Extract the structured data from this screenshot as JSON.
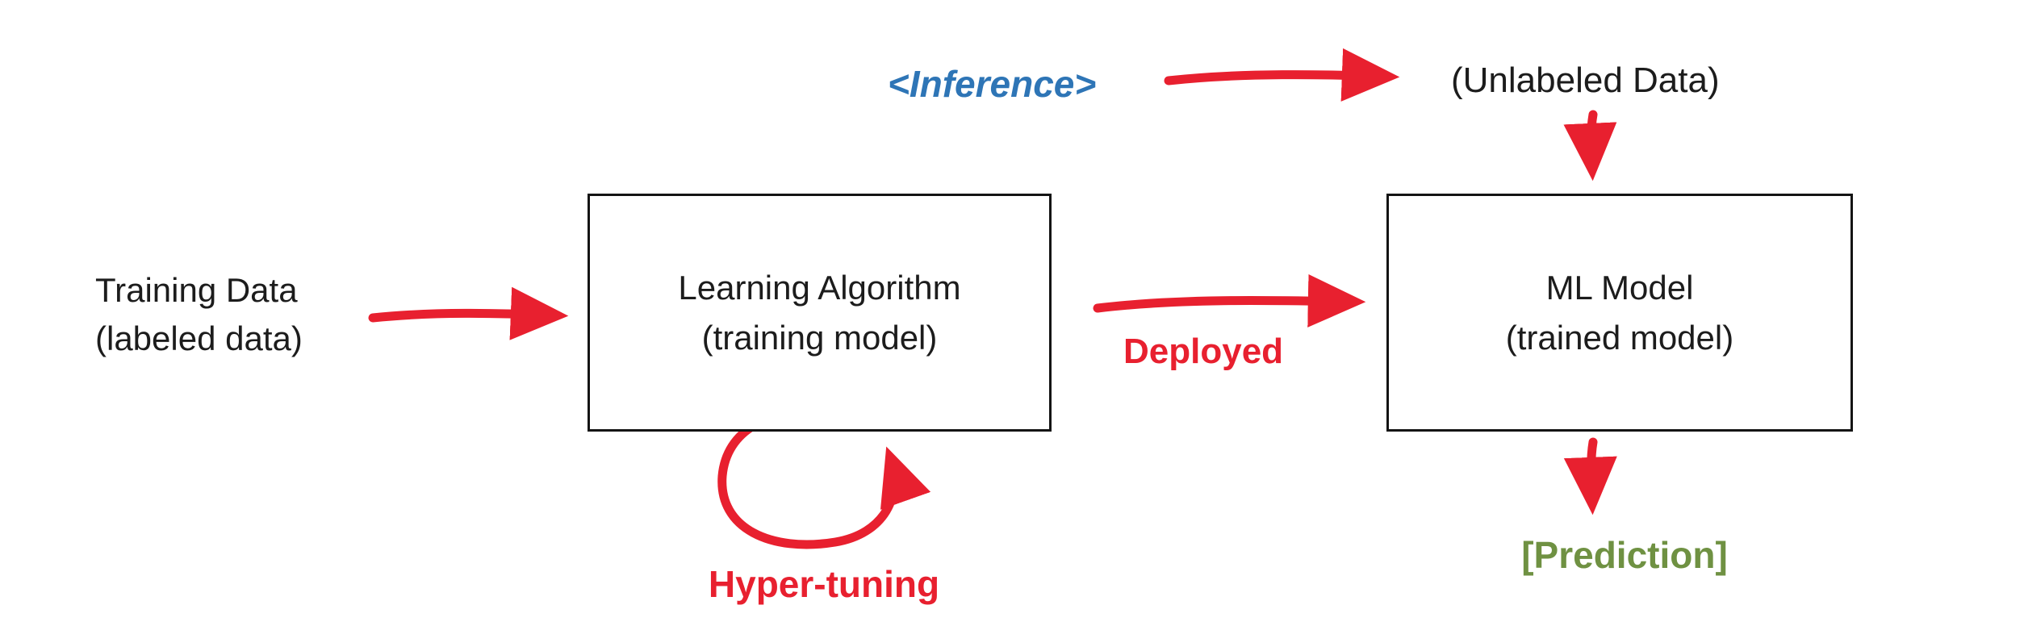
{
  "colors": {
    "arrow_red": "#e8202f",
    "inference_blue": "#2e75b6",
    "prediction_green": "#6f9142",
    "box_border": "#141414",
    "text": "#1c1c1c",
    "background": "#ffffff"
  },
  "nodes": {
    "training_data": {
      "line1": "Training Data",
      "line2": "(labeled data)"
    },
    "learning_algorithm": {
      "line1": "Learning Algorithm",
      "line2": "(training model)"
    },
    "ml_model": {
      "line1": "ML Model",
      "line2": "(trained model)"
    }
  },
  "labels": {
    "inference": "<Inference>",
    "unlabeled_data": "(Unlabeled Data)",
    "deployed": "Deployed",
    "hyper_tuning": "Hyper-tuning",
    "prediction": "[Prediction]"
  }
}
